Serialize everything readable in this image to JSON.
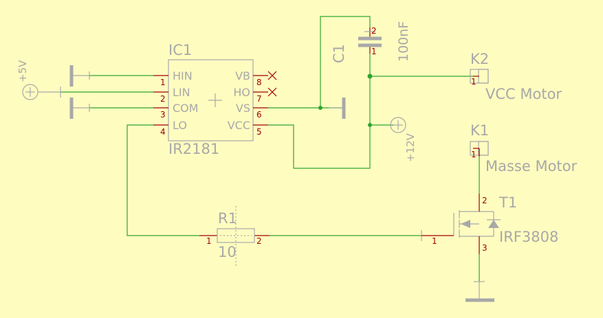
{
  "ic1": {
    "name": "IC1",
    "value": "IR2181",
    "pins_left": [
      {
        "label": "HIN",
        "num": "1"
      },
      {
        "label": "LIN",
        "num": "2"
      },
      {
        "label": "COM",
        "num": "3"
      },
      {
        "label": "LO",
        "num": "4"
      }
    ],
    "pins_right": [
      {
        "label": "VB",
        "num": "8"
      },
      {
        "label": "HO",
        "num": "7"
      },
      {
        "label": "VS",
        "num": "6"
      },
      {
        "label": "VCC",
        "num": "5"
      }
    ]
  },
  "c1": {
    "name": "C1",
    "value": "100nF",
    "pin_top": "2",
    "pin_bottom": "1"
  },
  "k2": {
    "name": "K2",
    "label": "VCC Motor",
    "pin": "1"
  },
  "k1": {
    "name": "K1",
    "label": "Masse Motor",
    "pin": "1"
  },
  "t1": {
    "name": "T1",
    "value": "IRF3808",
    "pin_gate": "1",
    "pin_drain": "2",
    "pin_source": "3"
  },
  "r1": {
    "name": "R1",
    "value": "10",
    "pin_left": "1",
    "pin_right": "2"
  },
  "supply_5v": {
    "label": "+5V"
  },
  "supply_12v": {
    "label": "+12V"
  },
  "colors": {
    "background": "#fffcc0",
    "wire": "#2ea62e",
    "symbol": "#a8a8a8",
    "pin": "#a00000"
  }
}
